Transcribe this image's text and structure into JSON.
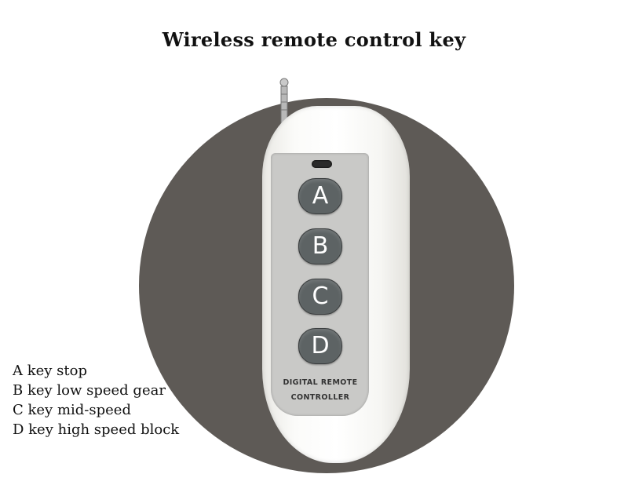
{
  "title": "Wireless remote control key",
  "remote": {
    "keys": [
      "A",
      "B",
      "C",
      "D"
    ],
    "brand_line1": "DIGITAL REMOTE",
    "brand_line2": "CONTROLLER"
  },
  "legend": [
    "A key stop",
    "B key low speed gear",
    "C key mid-speed",
    "D key high speed block"
  ]
}
